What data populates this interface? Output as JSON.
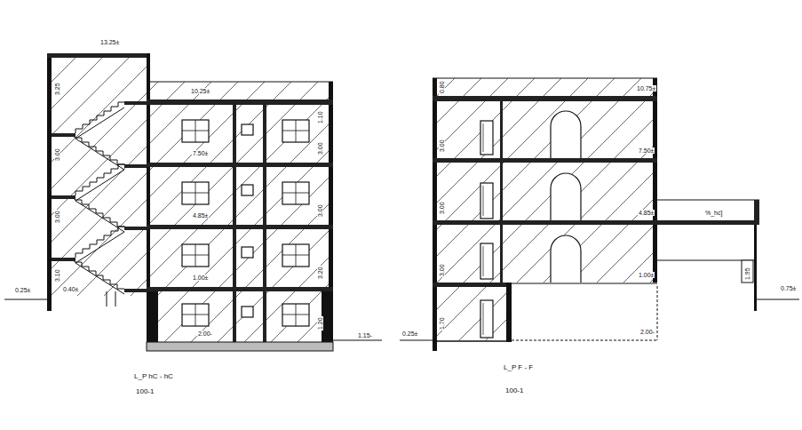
{
  "diagram": {
    "labels": [
      "13.25±",
      "10.25±",
      "7.50±",
      "4.85±",
      "1.00±",
      "2.00-",
      "0.25±",
      "0.40±",
      "1.15-",
      "3.25",
      "3.00",
      "3.00",
      "3.10",
      "1.10",
      "3.00",
      "3.00",
      "3.20",
      "1.20",
      "0.80",
      "3.00",
      "3.00",
      "3.00",
      "1.70",
      "10.75±",
      "7.50±",
      "4.85±",
      "1.00±",
      "2.00-",
      "0.25±",
      "0.75±",
      "%_hc]",
      "1.95",
      "L_P hC - hC",
      "100-1",
      "L_P F - F",
      "100-1"
    ]
  }
}
